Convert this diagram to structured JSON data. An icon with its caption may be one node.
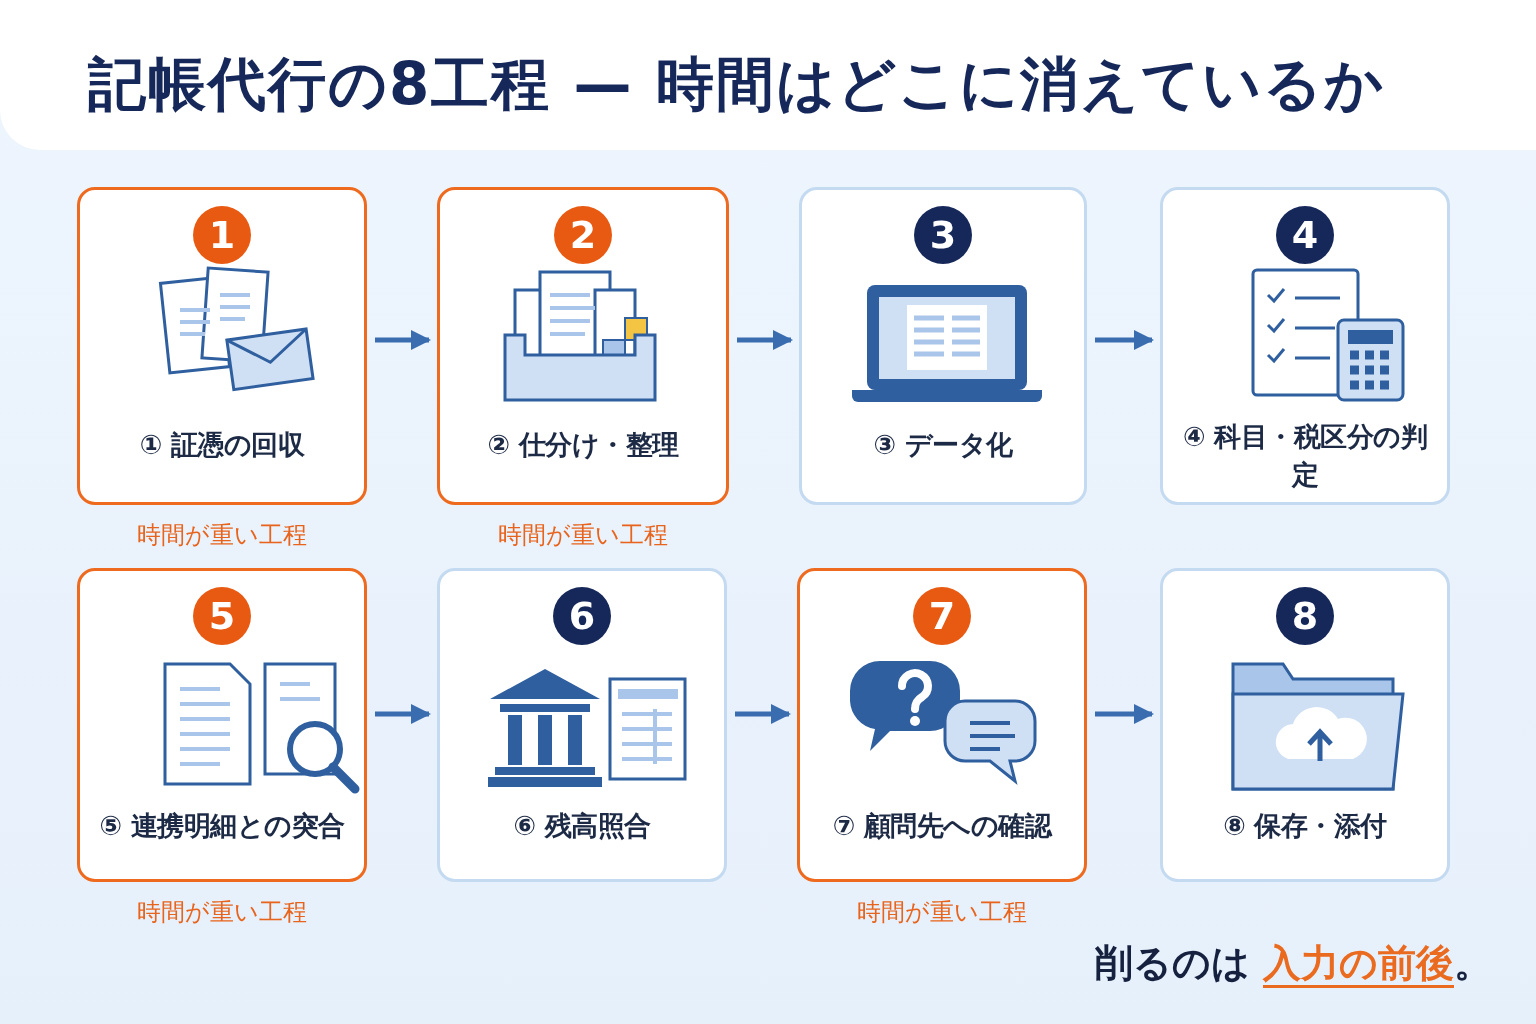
{
  "diagram": {
    "title": "記帳代行の8工程 — 時間はどこに消えているか",
    "nodes": [
      {
        "text": [
          "1",
          "① 証憑の回収"
        ],
        "beside": [
          "時間が重い工程"
        ]
      },
      {
        "text": [
          "2",
          "② 仕分け・整理"
        ],
        "beside": [
          "時間が重い工程"
        ]
      },
      {
        "text": [
          "3",
          "③ データ化"
        ]
      },
      {
        "text": [
          "4",
          "④ 科目・税区分の判定"
        ]
      },
      {
        "text": [
          "5",
          "⑤ 連携明細との突合"
        ],
        "beside": [
          "時間が重い工程"
        ]
      },
      {
        "text": [
          "6",
          "⑥ 残高照合"
        ]
      },
      {
        "text": [
          "7",
          "⑦ 顧問先への確認"
        ],
        "beside": [
          "時間が重い工程"
        ]
      },
      {
        "text": [
          "8",
          "⑧ 保存・添付"
        ]
      }
    ],
    "edges": [
      {
        "from": 0,
        "to": 1,
        "arrow": "to"
      },
      {
        "from": 1,
        "to": 2,
        "arrow": "to"
      },
      {
        "from": 2,
        "to": 3,
        "arrow": "to"
      },
      {
        "from": 4,
        "to": 5,
        "arrow": "to"
      },
      {
        "from": 5,
        "to": 6,
        "arrow": "to"
      },
      {
        "from": 6,
        "to": 7,
        "arrow": "to"
      }
    ],
    "labels": [
      "削るのは **入力の前後**。"
    ]
  }
}
